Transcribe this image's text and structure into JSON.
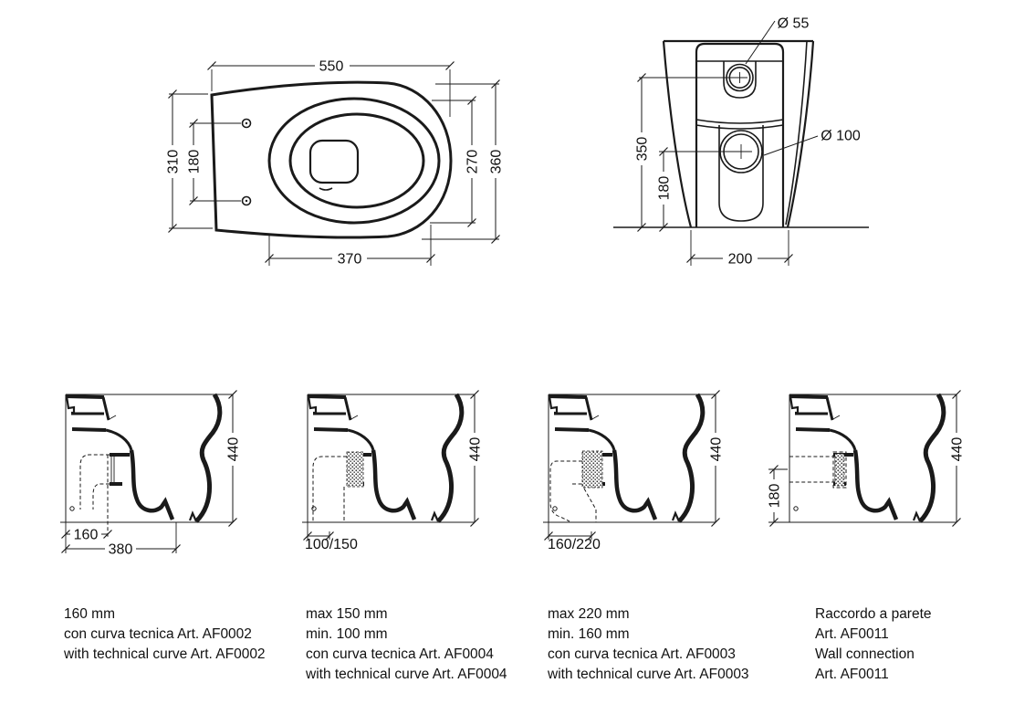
{
  "drawing": {
    "background": "#ffffff",
    "ink": "#1a1a1a",
    "top_view": {
      "overall_width": "550",
      "outer_depth": "310",
      "hole_spacing": "180",
      "inner_rim_depth": "270",
      "outer_rim_depth": "360",
      "base_length": "370"
    },
    "rear_view": {
      "inlet_diameter": "Ø 55",
      "outlet_diameter": "Ø 100",
      "inlet_height": "350",
      "outlet_height": "180",
      "base_width": "200"
    },
    "side_views": [
      {
        "height": "440",
        "outlet_offset": "160",
        "base_depth": "380",
        "caption": [
          "160 mm",
          "con curva tecnica Art. AF0002",
          "with technical curve Art. AF0002"
        ]
      },
      {
        "height": "440",
        "outlet_offset": "100/150",
        "caption": [
          "max 150 mm",
          "min. 100 mm",
          "con curva tecnica Art. AF0004",
          "with technical curve Art. AF0004"
        ]
      },
      {
        "height": "440",
        "outlet_offset": "160/220",
        "caption": [
          "max 220 mm",
          "min. 160 mm",
          "con curva tecnica Art. AF0003",
          "with technical curve Art. AF0003"
        ]
      },
      {
        "height": "440",
        "outlet_height": "180",
        "caption": [
          "Raccordo a parete",
          "Art. AF0011",
          "Wall connection",
          "Art. AF0011"
        ]
      }
    ]
  }
}
